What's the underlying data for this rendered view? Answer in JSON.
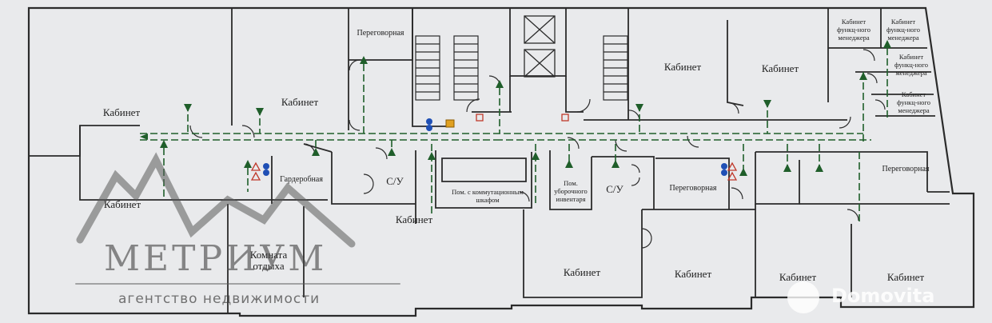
{
  "rooms": {
    "kabinet_top_left": "Кабинет",
    "kabinet_top_mid": "Кабинет",
    "peregovornaya_top": "Переговорная",
    "kabinet_top_right1": "Кабинет",
    "kabinet_top_right2": "Кабинет",
    "kabinet_manager1": "Кабинет\nфункц-ного\nменеджера",
    "kabinet_manager2": "Кабинет\nфункц-ного\nменеджера",
    "kabinet_manager3": "Кабинет\nфункц-ного\nменеджера",
    "kabinet_manager4": "Кабинет\nфункц-ного\nменеджера",
    "kabinet_left_low": "Кабинет",
    "garderobnaya": "Гардеробная",
    "su_left": "С/У",
    "pom_kommut": "Пом. с коммутационным\nшкафом",
    "pom_uborochnogo": "Пом.\nуборочного\nинвентаря",
    "su_right": "С/У",
    "peregovornaya_mid": "Переговорная",
    "peregovornaya_right": "Переговорная",
    "kabinet_center": "Кабинет",
    "komnata_otdyha": "Комната\nотдыха",
    "kabinet_b1": "Кабинет",
    "kabinet_b2": "Кабинет",
    "kabinet_b3": "Кабинет",
    "kabinet_b4": "Кабинет"
  },
  "watermark": {
    "brand": "МЕТРИУМ",
    "tagline": "агентство недвижимости",
    "site": "Domovita"
  },
  "colors": {
    "wall": "#2b2b2b",
    "route": "#1f5e2a",
    "fire_blue": "#1f4fb5",
    "fire_red": "#c0392b"
  }
}
